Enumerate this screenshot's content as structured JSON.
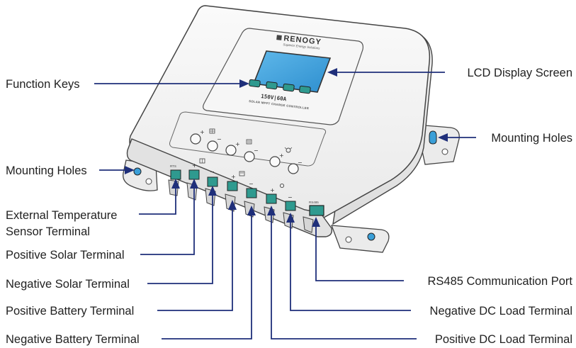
{
  "device": {
    "brand": "RENOGY",
    "tagline": "Superior Energy Solutions",
    "model": "150V|60A",
    "subtitle": "SOLAR MPPT CHARGE CONTROLLER",
    "rts_label": "RTS",
    "rs485_label": "RS485"
  },
  "labels": {
    "function_keys": "Function Keys",
    "lcd_display": "LCD Display Screen",
    "mounting_holes_left": "Mounting Holes",
    "mounting_holes_right": "Mounting Holes",
    "ext_temp_line1": "External Temperature",
    "ext_temp_line2": "Sensor Terminal",
    "pos_solar": "Positive Solar Terminal",
    "neg_solar": "Negative Solar Terminal",
    "pos_battery": "Positive Battery Terminal",
    "neg_battery": "Negative Battery Terminal",
    "rs485_port": "RS485 Communication Port",
    "neg_dc_load": "Negative DC Load Terminal",
    "pos_dc_load": "Positive DC Load Terminal"
  },
  "colors": {
    "leader": "#1f2f7a",
    "lcd": "#3aa0dc",
    "terminal": "#2f9a8f",
    "mount_accent": "#3a9fd8"
  }
}
